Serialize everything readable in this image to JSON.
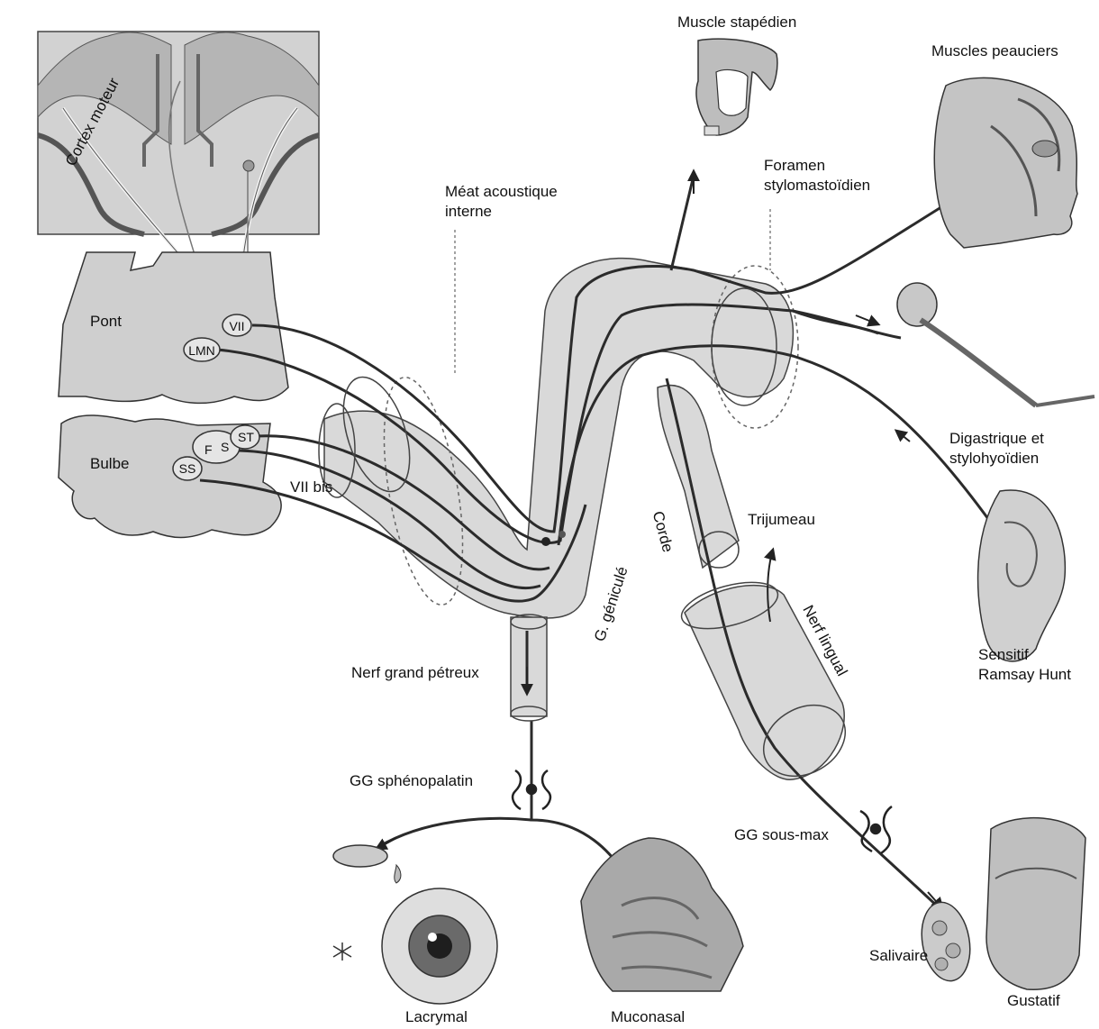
{
  "labels": {
    "cortex_moteur": "Cortex moteur",
    "pont": "Pont",
    "bulbe": "Bulbe",
    "vii": "VII",
    "lmn": "LMN",
    "fs_f": "F",
    "fs_s": "S",
    "st": "ST",
    "ss": "SS",
    "vii_bis": "VII bis",
    "meat_line1": "Méat acoustique",
    "meat_line2": "interne",
    "muscle_stapedien": "Muscle stapédien",
    "foramen_line1": "Foramen",
    "foramen_line2": "stylomastoïdien",
    "muscles_peauciers": "Muscles peauciers",
    "digastrique_line1": "Digastrique et",
    "digastrique_line2": "stylohyoïdien",
    "sensitif_line1": "Sensitif",
    "sensitif_line2": "Ramsay Hunt",
    "corde": "Corde",
    "trijumeau": "Trijumeau",
    "nerf_lingual": "Nerf lingual",
    "g_genicule": "G. géniculé",
    "nerf_grand_petreux": "Nerf grand pétreux",
    "gg_sphenopalatin": "GG sphénopalatin",
    "gg_sous_max": "GG sous-max",
    "salivaire": "Salivaire",
    "gustatif": "Gustatif",
    "lacrymal": "Lacrymal",
    "muconasal": "Muconasal"
  },
  "colors": {
    "tissue_fill": "#c9c9c9",
    "tissue_light": "#dedede",
    "nerve_stroke": "#2b2b2b",
    "outline": "#555555",
    "eye_iris": "#6a6a6a"
  },
  "icons": {
    "muscle_stapedien": "stapedius-muscle-illustration",
    "muscles_peauciers": "face-muscles-illustration",
    "digastrique": "digastric-muscle-illustration",
    "sensitif": "ear-illustration",
    "gustatif": "tongue-illustration",
    "salivaire": "salivary-gland-illustration",
    "lacrymal": "eye-illustration",
    "muconasal": "nasal-cavity-illustration"
  }
}
